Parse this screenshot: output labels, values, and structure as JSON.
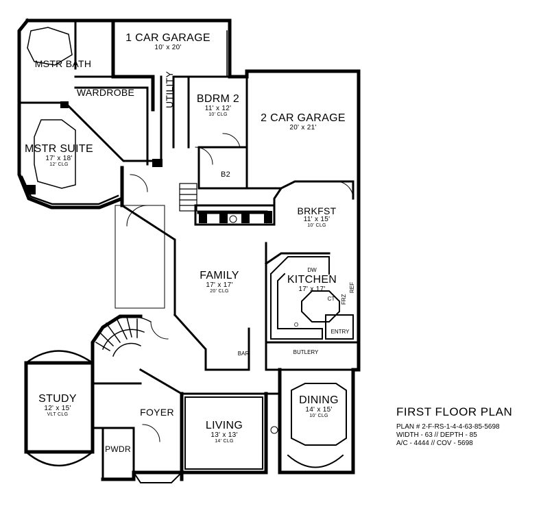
{
  "rooms": {
    "one_car_garage": {
      "name": "1 CAR GARAGE",
      "dim": "10' x 20'"
    },
    "mstr_bath": {
      "name": "MSTR BATH"
    },
    "wardrobe": {
      "name": "WARDROBE"
    },
    "utility": {
      "name": "UTILITY"
    },
    "bdrm2": {
      "name": "BDRM 2",
      "dim": "11' x 12'",
      "clg": "10' CLG"
    },
    "two_car_garage": {
      "name": "2 CAR GARAGE",
      "dim": "20' x 21'"
    },
    "mstr_suite": {
      "name": "MSTR SUITE",
      "dim": "17' x 18'",
      "clg": "12' CLG"
    },
    "b2": {
      "name": "B2"
    },
    "brkfst": {
      "name": "BRKFST",
      "dim": "11' x 15'",
      "clg": "10' CLG"
    },
    "family": {
      "name": "FAMILY",
      "dim": "17' x 17'",
      "clg": "20' CLG"
    },
    "kitchen": {
      "name": "KITCHEN",
      "dim": "17' x 17'"
    },
    "study": {
      "name": "STUDY",
      "dim": "12' x 15'",
      "clg": "VLT CLG"
    },
    "foyer": {
      "name": "FOYER"
    },
    "living": {
      "name": "LIVING",
      "dim": "13' x 13'",
      "clg": "14' CLG"
    },
    "dining": {
      "name": "DINING",
      "dim": "14' x 15'",
      "clg": "10' CLG"
    },
    "pwdr": {
      "name": "PWDR"
    }
  },
  "fixtures": {
    "dw": "DW",
    "ct": "CT",
    "frz": "FRZ",
    "ref": "REF",
    "entry": "ENTRY",
    "bar": "BAR",
    "butlery": "BUTLERY",
    "o": "O"
  },
  "title_block": {
    "title": "FIRST FLOOR PLAN",
    "plan": "PLAN # 2-F-RS-1-4-4-63-85-5698",
    "width_depth": "WIDTH - 63 // DEPTH - 85",
    "ac_cov": "A/C - 4444 // COV - 5698"
  }
}
